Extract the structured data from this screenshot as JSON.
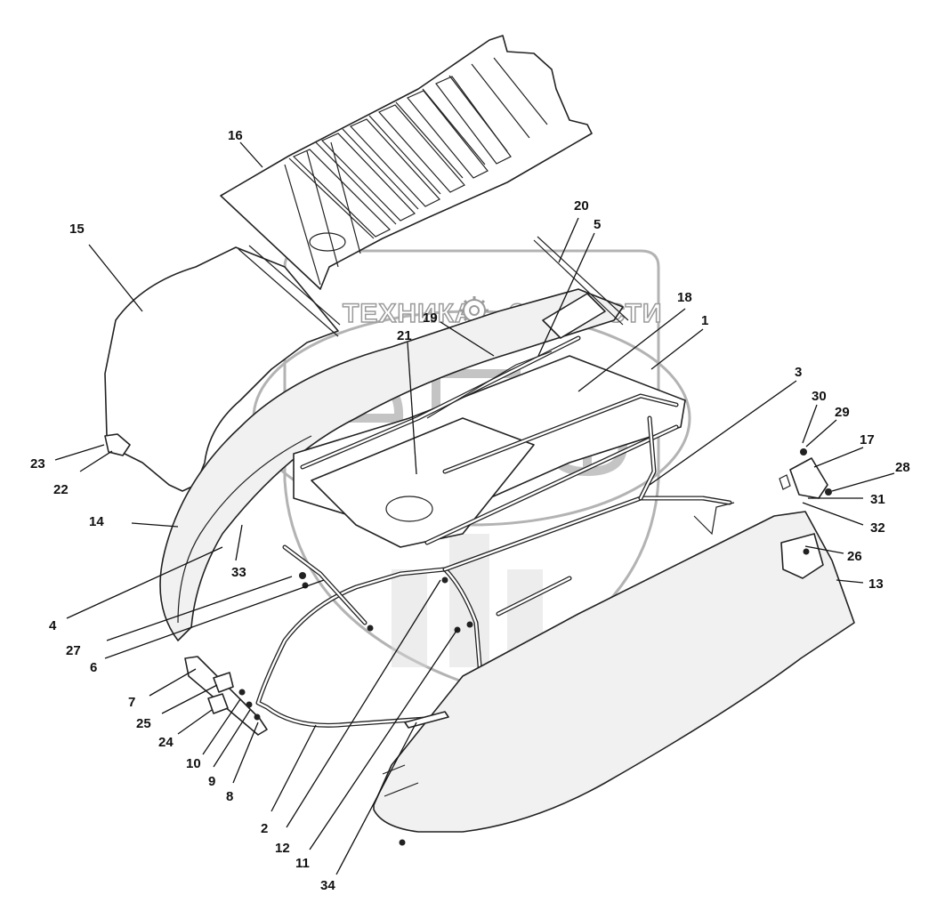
{
  "watermark": {
    "left_word": "ТЕХНИКА",
    "right_word": "ЗАПЧАСТИ",
    "emblem_letters": "ЭПФ"
  },
  "callouts": [
    "1",
    "2",
    "3",
    "4",
    "5",
    "6",
    "7",
    "8",
    "9",
    "10",
    "11",
    "12",
    "13",
    "14",
    "15",
    "16",
    "17",
    "18",
    "19",
    "20",
    "21",
    "22",
    "23",
    "24",
    "25",
    "26",
    "27",
    "28",
    "29",
    "30",
    "31",
    "32",
    "33",
    "34"
  ]
}
